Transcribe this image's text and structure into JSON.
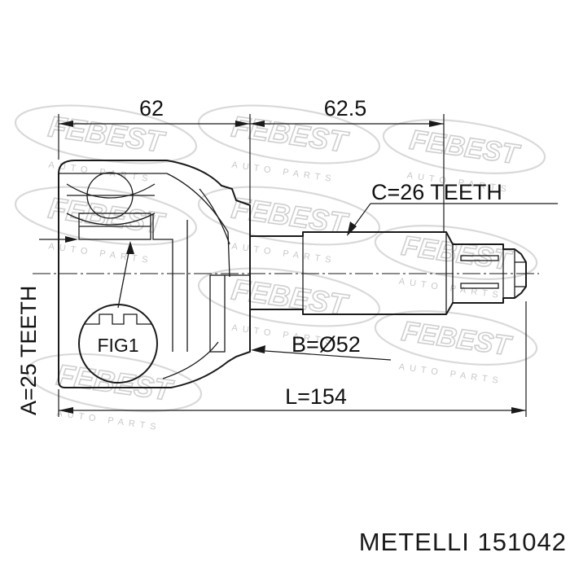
{
  "watermark": {
    "brand": "FEBEST",
    "tagline": "AUTO PARTS"
  },
  "dimensions": {
    "left_length": "62",
    "right_length": "62.5",
    "shaft_spline": "C=26 TEETH",
    "housing_spline": "A=25 TEETH",
    "outer_diameter": "B=Ø52",
    "total_length": "L=154"
  },
  "detail_label": "FIG1",
  "caption": {
    "brand": "METELLI",
    "part_number": "151042"
  },
  "colors": {
    "line": "#1a1a1a",
    "watermark": "#d9d9d9"
  }
}
